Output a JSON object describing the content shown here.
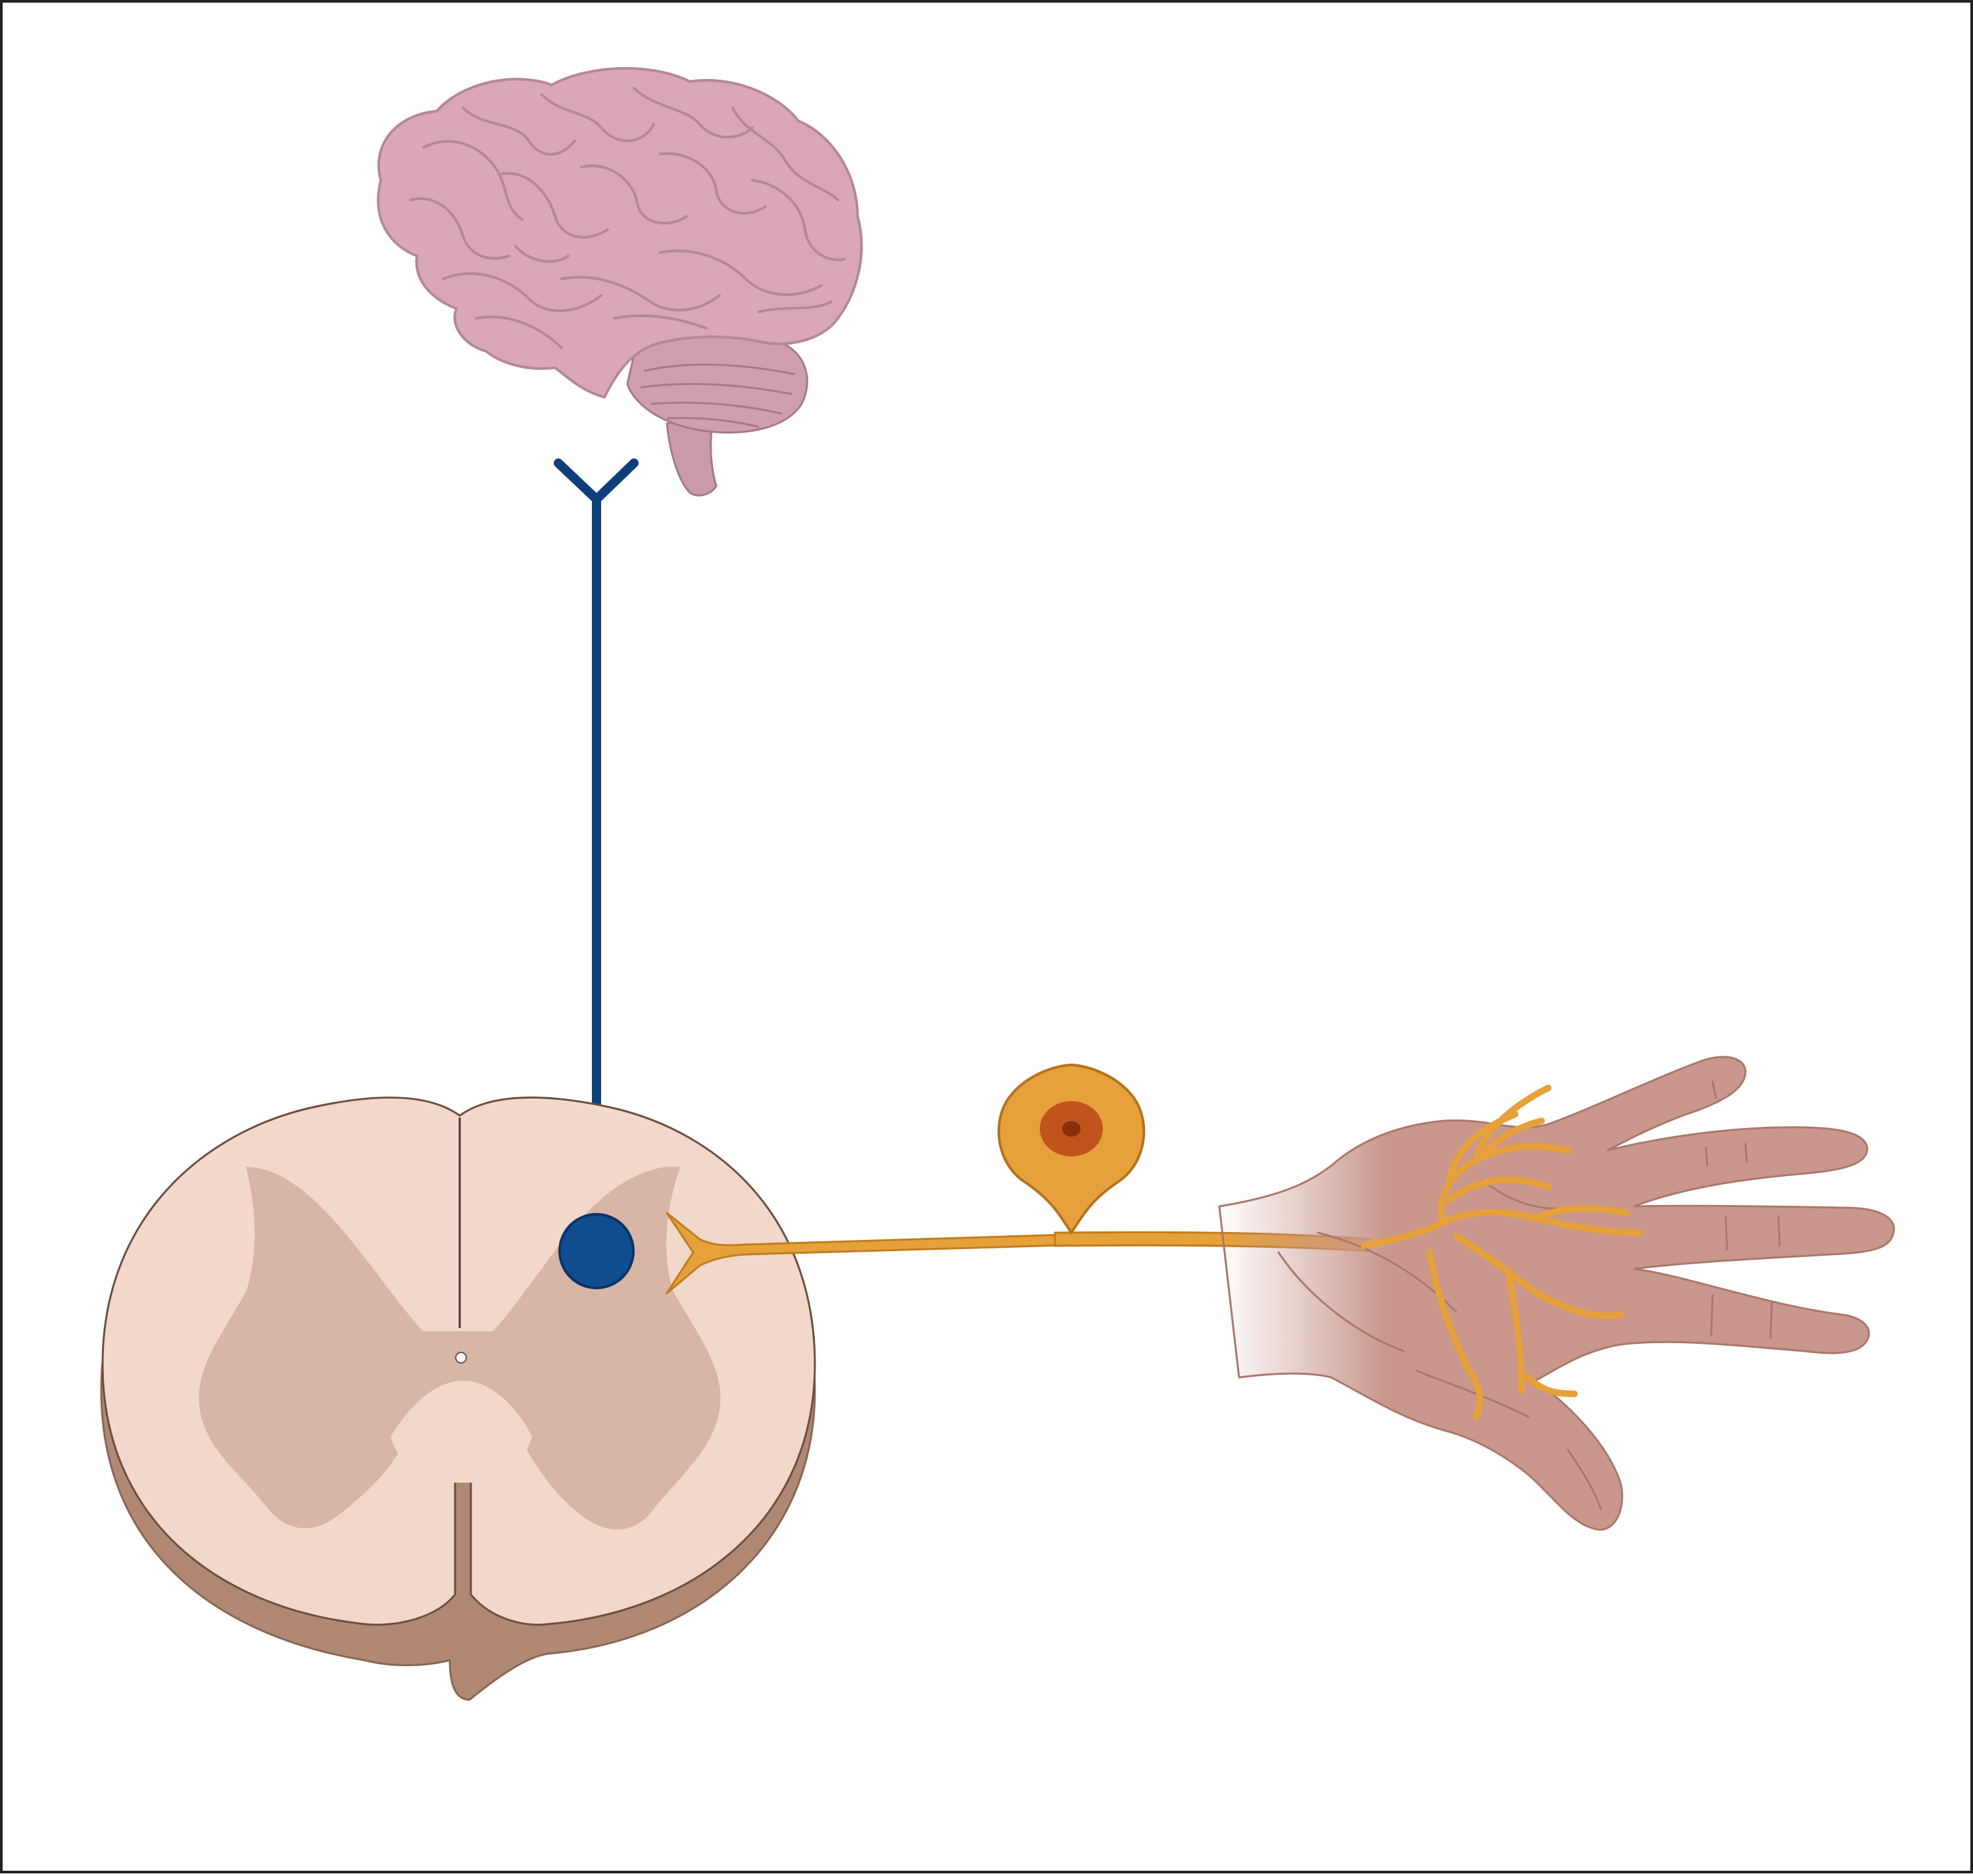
{
  "figure": {
    "type": "pain pathway diagram",
    "elements": [
      {
        "id": "brain",
        "icon": "brain-icon"
      },
      {
        "id": "descending-neuron",
        "icon": "neuron-icon"
      },
      {
        "id": "spinal-cord-cross-section",
        "icon": "spinal-cord-icon"
      },
      {
        "id": "sensory-neuron",
        "icon": "pseudounipolar-neuron-icon"
      },
      {
        "id": "hand",
        "icon": "hand-icon"
      }
    ],
    "colors": {
      "background": "#ffffff",
      "frame": "#222222",
      "brain": "#d9a7b6",
      "brain_shade": "#c28a9d",
      "descending_neuron": "#0f3f7a",
      "spinal_white_matter": "#f1d8cb",
      "spinal_gray_matter": "#d4b3a1",
      "spinal_rim": "#b08874",
      "sensory_neuron": "#e6a13a",
      "sensory_nucleus": "#c0541c",
      "hand": "#c9978b"
    }
  }
}
